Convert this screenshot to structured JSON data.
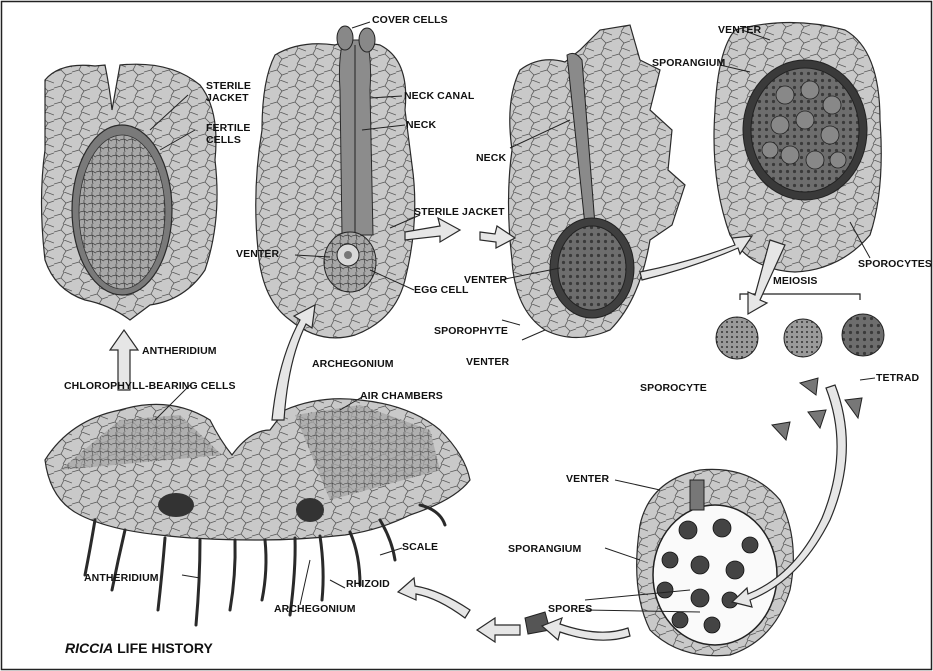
{
  "title": {
    "italic": "RICCIA",
    "rest": " LIFE HISTORY"
  },
  "labels": {
    "cover_cells": "COVER CELLS",
    "sterile_jacket_line1": "STERILE",
    "sterile_jacket_line2": "JACKET",
    "fertile_cells_line1": "FERTILE",
    "fertile_cells_line2": "CELLS",
    "neck_canal": "NECK CANAL",
    "neck_1": "NECK",
    "neck_2": "NECK",
    "venter_1": "VENTER",
    "venter_2": "VENTER",
    "venter_3": "VENTER",
    "venter_4": "VENTER",
    "sterile_jacket_2": "STERILE JACKET",
    "egg_cell": "EGG CELL",
    "sporophyte": "SPOROPHYTE",
    "sporangium_1": "SPORANGIUM",
    "sporangium_2": "SPORANGIUM",
    "sporocytes": "SPOROCYTES",
    "meiosis": "MEIOSIS",
    "sporocyte": "SPOROCYTE",
    "tetrad": "TETRAD",
    "antheridium_1": "ANTHERIDIUM",
    "antheridium_2": "ANTHERIDIUM",
    "archegonium_1": "ARCHEGONIUM",
    "archegonium_2": "ARCHEGONIUM",
    "chlorophyll": "CHLOROPHYLL-BEARING CELLS",
    "air_chambers": "AIR CHAMBERS",
    "scale": "SCALE",
    "rhizoid": "RHIZOID",
    "spores": "SPORES"
  },
  "colors": {
    "tissue": "#c9c9c9",
    "dark": "#6f6f6f",
    "line": "#2a2a2a",
    "arrow_fill": "#e6e6e6"
  }
}
